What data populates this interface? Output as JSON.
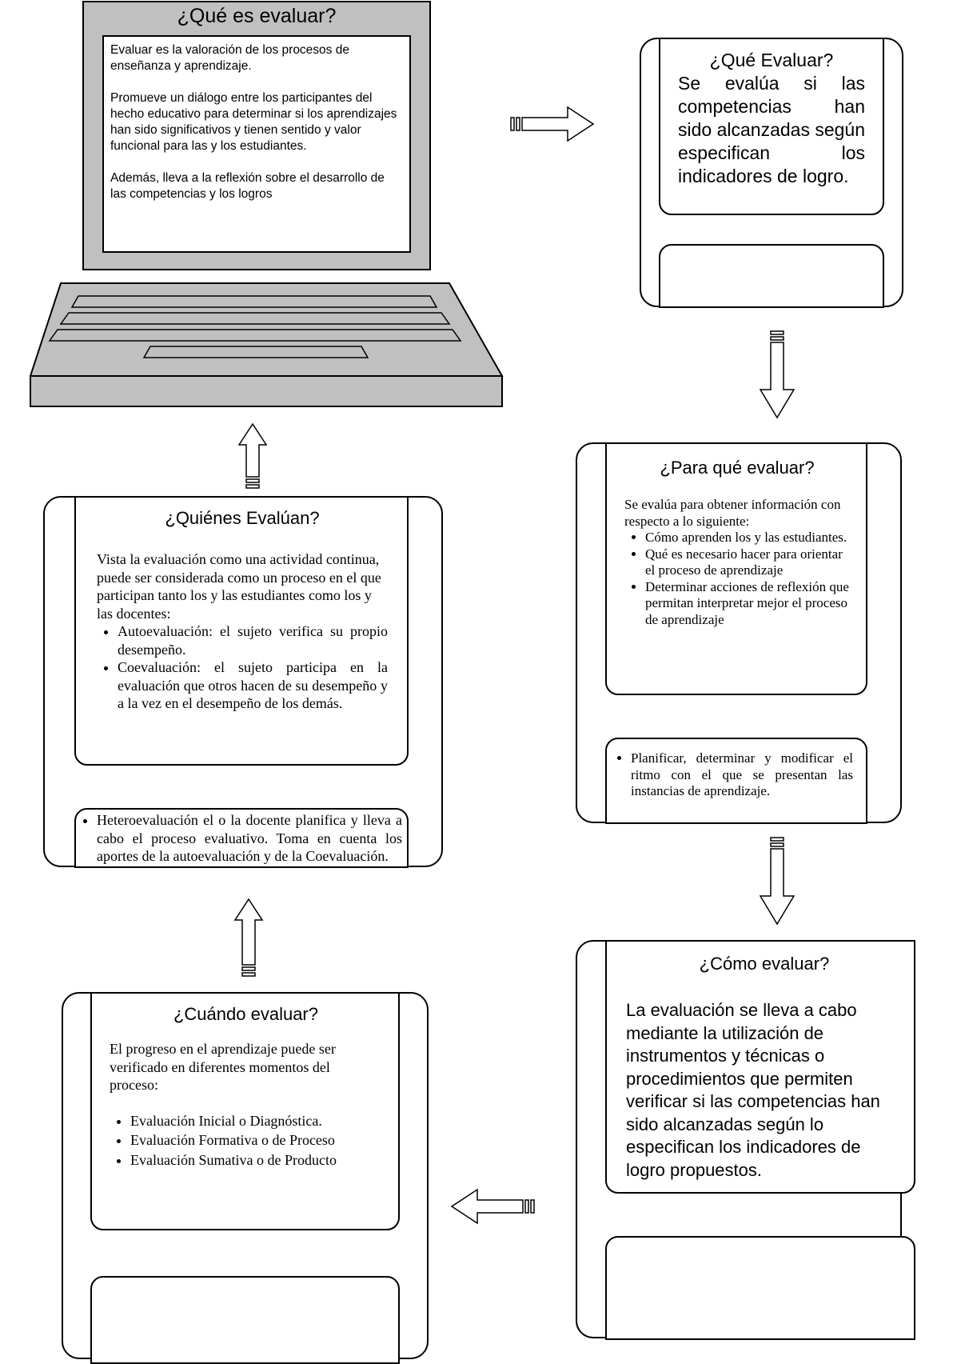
{
  "laptop": {
    "title": "¿Qué es evaluar?",
    "paragraphs": [
      "Evaluar es la valoración de los procesos de enseñanza y aprendizaje.",
      "Promueve un diálogo entre los participantes del hecho educativo para determinar si los aprendizajes han sido significativos y tienen sentido y valor funcional para las y los estudiantes.",
      "Además, lleva a la reflexión sobre el desarrollo de las competencias y los logros"
    ]
  },
  "que_evaluar": {
    "title": "¿Qué Evaluar?",
    "body": "Se evalúa si las competencias han sido alcanzadas según especifican los indicadores de logro."
  },
  "para_que": {
    "title": "¿Para qué evaluar?",
    "intro": "Se evalúa para obtener información con respecto a lo siguiente:",
    "items": [
      "Cómo aprenden los y las estudiantes.",
      "Qué es necesario hacer para orientar el proceso de aprendizaje",
      "Determinar acciones de reflexión que permitan interpretar mejor el proceso de aprendizaje"
    ],
    "extra": "Planificar, determinar y modificar el ritmo con el que se presentan las instancias de aprendizaje."
  },
  "como": {
    "title": "¿Cómo evaluar?",
    "body": "La evaluación se lleva a cabo mediante la utilización de instrumentos y técnicas o procedimientos que permiten verificar si las competencias han sido alcanzadas según lo especifican los indicadores de logro propuestos."
  },
  "quienes": {
    "title": "¿Quiénes Evalúan?",
    "intro": "Vista la evaluación como una actividad continua, puede ser considerada como un proceso en el que participan tanto los y las estudiantes como los y las docentes:",
    "items": [
      "Autoevaluación: el sujeto verifica su propio desempeño.",
      "Coevaluación: el sujeto participa en la evaluación que otros hacen de su desempeño y a la vez en el desempeño de los demás."
    ],
    "extra": "Heteroevaluación el o la docente planifica y lleva a cabo el proceso evaluativo. Toma en cuenta los aportes de la autoevaluación y de la Coevaluación."
  },
  "cuando": {
    "title": "¿Cuándo evaluar?",
    "intro": "El progreso en el aprendizaje puede ser verificado en diferentes momentos del proceso:",
    "items": [
      "Evaluación Inicial o Diagnóstica.",
      "Evaluación Formativa o de Proceso",
      "Evaluación Sumativa o de Producto"
    ]
  },
  "colors": {
    "laptop_gray": "#c0c0c0",
    "stroke": "#000000",
    "background": "#ffffff"
  }
}
